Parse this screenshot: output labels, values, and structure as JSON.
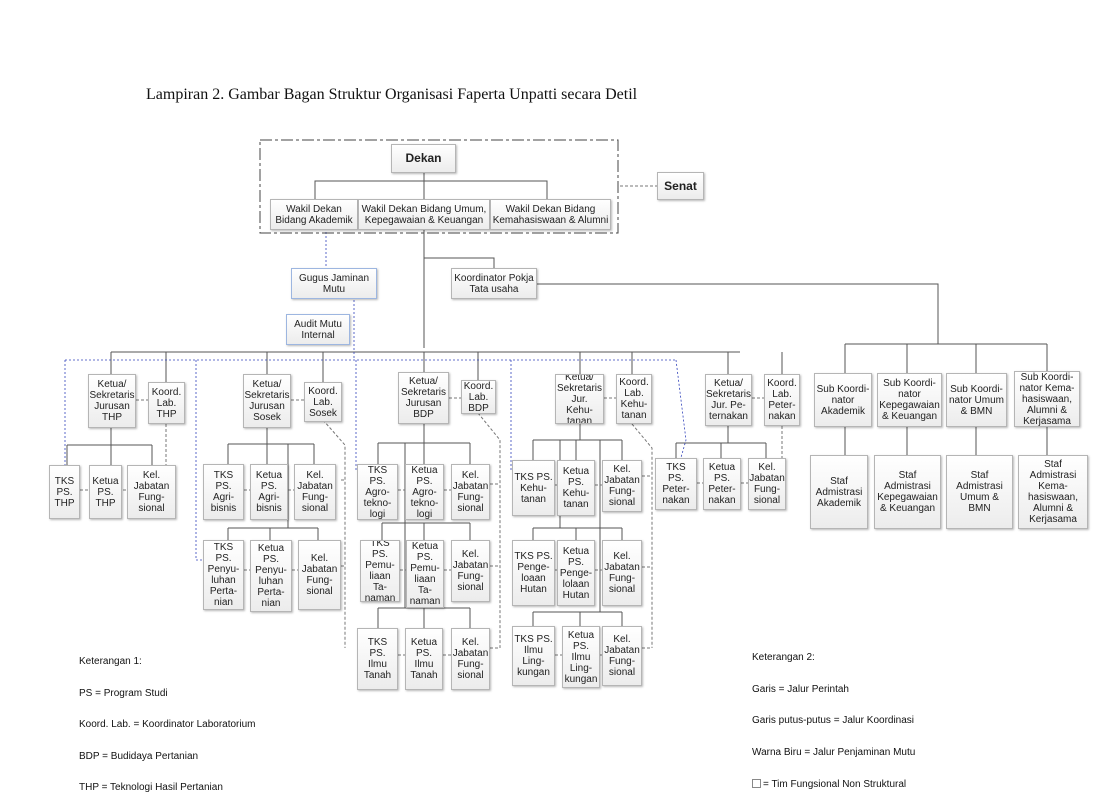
{
  "title": "Lampiran 2. Gambar Bagan Struktur Organisasi Faperta Unpatti secara Detil",
  "nodes": {
    "dekan": "Dekan",
    "senat": "Senat",
    "wd1": "Wakil Dekan\nBidang Akademik",
    "wd2": "Wakil Dekan Bidang Umum,\nKepegawaian & Keuangan",
    "wd3": "Wakil Dekan Bidang\nKemahasiswaan & Alumni",
    "gjm": "Gugus Jaminan\nMutu",
    "kpt": "Koordinator Pokja\nTata usaha",
    "ami": "Audit Mutu\nInternal",
    "k_thp": "Ketua/\nSekretaris\nJurusan\nTHP",
    "l_thp": "Koord.\nLab.\nTHP",
    "k_sosek": "Ketua/\nSekretaris\nJurusan\nSosek",
    "l_sosek": "Koord.\nLab.\nSosek",
    "k_bdp": "Ketua/\nSekretaris\nJurusan\nBDP",
    "l_bdp": "Koord.\nLab.\nBDP",
    "k_kehut": "Ketua/\nSekretaris\nJur. Kehu-\ntanan",
    "l_kehut": "Koord.\nLab.\nKehu-\ntanan",
    "k_peter": "Ketua/\nSekretaris\nJur. Pe-\nternakan",
    "l_peter": "Koord.\nLab.\nPeter-\nnakan",
    "sk_akad": "Sub Koordi-\nnator\nAkademik",
    "sk_kepeg": "Sub Koordi-\nnator\nKepegawaian\n& Keuangan",
    "sk_bmn": "Sub Koordi-\nnator Umum\n& BMN",
    "sk_kema": "Sub Koordi-\nnator Kema-\nhasiswaan,\nAlumni &\nKerjasama",
    "st_akad": "Staf\nAdmistrasi\nAkademik",
    "st_kepeg": "Staf\nAdmistrasi\nKepegawaian\n& Keuangan",
    "st_bmn": "Staf\nAdmistrasi\nUmum &\nBMN",
    "st_kema": "Staf\nAdmistrasi\nKema-\nhasiswaan,\nAlumni &\nKerjasama",
    "tks_thp": "TKS\nPS.\nTHP",
    "kps_thp": "Ketua\nPS.\nTHP",
    "kjf_thp": "Kel.\nJabatan\nFung-\nsional",
    "tks_agb": "TKS PS.\nAgri-\nbisnis",
    "kps_agb": "Ketua\nPS.\nAgri-\nbisnis",
    "kjf_agb": "Kel.\nJabatan\nFung-\nsional",
    "tks_pp": "TKS PS.\nPenyu-\nluhan\nPerta-\nnian",
    "kps_pp": "Ketua\nPS.\nPenyu-\nluhan\nPerta-\nnian",
    "kjf_pp": "Kel.\nJabatan\nFung-\nsional",
    "tks_agt": "TKS PS.\nAgro-\ntekno-\nlogi",
    "kps_agt": "Ketua\nPS.\nAgro-\ntekno-\nlogi",
    "kjf_agt": "Kel.\nJabatan\nFung-\nsional",
    "tks_pt": "TKS PS.\nPemu-\nliaan\nTa-\nnaman",
    "kps_pt": "Ketua\nPS.\nPemu-\nliaan\nTa-\nnaman",
    "kjf_pt": "Kel.\nJabatan\nFung-\nsional",
    "tks_it": "TKS PS.\nIlmu\nTanah",
    "kps_it": "Ketua\nPS.\nIlmu\nTanah",
    "kjf_it": "Kel.\nJabatan\nFung-\nsional",
    "tks_keh": "TKS PS.\nKehu-\ntanan",
    "kps_keh": "Ketua\nPS.\nKehu-\ntanan",
    "kjf_keh": "Kel.\nJabatan\nFung-\nsional",
    "tks_ph": "TKS PS.\nPenge-\nloaan\nHutan",
    "kps_ph": "Ketua\nPS.\nPenge-\nlolaan\nHutan",
    "kjf_ph": "Kel.\nJabatan\nFung-\nsional",
    "tks_il": "TKS PS.\nIlmu\nLing-\nkungan",
    "kps_il": "Ketua\nPS.\nIlmu\nLing-\nkungan",
    "kjf_il": "Kel.\nJabatan\nFung-\nsional",
    "tks_pet": "TKS PS.\nPeter-\nnakan",
    "kps_pet": "Ketua\nPS.\nPeter-\nnakan",
    "kjf_pet": "Kel.\nJabatan\nFung-\nsional"
  },
  "legend1": {
    "heading": "Keterangan 1:",
    "items": [
      "PS = Program Studi",
      "Koord. Lab. = Koordinator Laboratorium",
      "BDP = Budidaya Pertanian",
      "THP = Teknologi Hasil Pertanian"
    ]
  },
  "legend2": {
    "heading": "Keterangan 2:",
    "items": [
      "Garis = Jalur Perintah",
      "Garis putus-putus = Jalur Koordinasi",
      "Warna Biru = Jalur Penjaminan Mutu"
    ],
    "box_item": "= Tim Fungsional Non Struktural"
  },
  "colors": {
    "solid_line": "#555555",
    "dashed_line": "#777777",
    "blue_line": "#3344bb",
    "box_border": "#b5b5b5"
  }
}
